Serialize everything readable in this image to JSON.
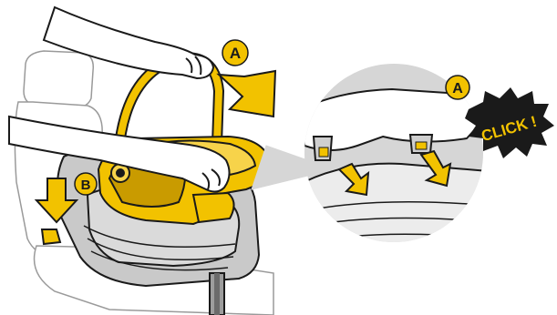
{
  "labels": {
    "marker_a": "A",
    "marker_b": "B",
    "detail_marker_a": "A",
    "click_callout": "CLICK !"
  },
  "colors": {
    "accent_yellow": "#f2c200",
    "outline": "#1a1a1a",
    "badge_fill": "#f2c200",
    "badge_text": "#1a1a1a",
    "click_burst": "#1a1a1a",
    "click_text": "#f2c200",
    "detail_circle": "#d6d6d6",
    "seat_fill": "#ffffff"
  },
  "icons": {
    "press_arrow": "arrow-down-icon",
    "pointer_arrow": "arrow-diagonal-icon",
    "burst": "starburst-icon"
  }
}
